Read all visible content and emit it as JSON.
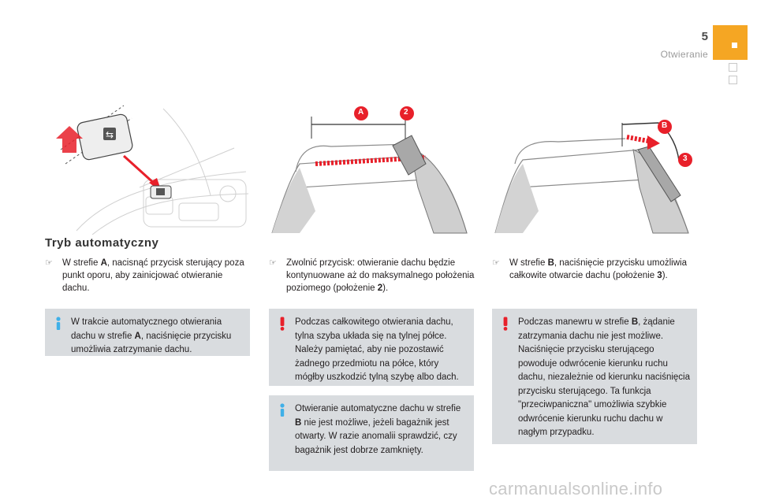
{
  "header": {
    "page_number": "5",
    "section": "Otwieranie"
  },
  "heading": "Tryb automatyczny",
  "figures": {
    "middle": {
      "labels": [
        "A",
        "2"
      ]
    },
    "right": {
      "labels": [
        "B",
        "3"
      ]
    }
  },
  "columns": [
    {
      "bullet": {
        "pre": "W strefie ",
        "bold": "A",
        "post": ", nacisnąć przycisk sterujący poza punkt oporu, aby zainicjować otwieranie dachu."
      },
      "notes": [
        {
          "icon": "info-icon",
          "pre": "W trakcie automatycznego otwierania dachu w strefie ",
          "bold": "A",
          "post": ", naciśnięcie przycisku umożliwia zatrzymanie dachu."
        }
      ]
    },
    {
      "bullet": {
        "pre": "Zwolnić przycisk: otwieranie dachu będzie kontynuowane aż do maksymalnego położenia poziomego (położenie ",
        "bold": "2",
        "post": ")."
      },
      "notes": [
        {
          "icon": "warning-icon",
          "pre": "Podczas całkowitego otwierania dachu, tylna szyba układa się na tylnej półce. Należy pamiętać, aby nie pozostawić żadnego przedmiotu na półce, który mógłby uszkodzić tylną szybę albo dach.",
          "bold": "",
          "post": ""
        },
        {
          "icon": "info-icon",
          "pre": "Otwieranie automatyczne dachu w strefie ",
          "bold": "B",
          "post": " nie jest możliwe, jeżeli bagażnik jest otwarty. W razie anomalii sprawdzić, czy bagażnik jest dobrze zamknięty."
        }
      ]
    },
    {
      "bullet": {
        "pre": "W strefie ",
        "bold": "B",
        "post": ", naciśnięcie przycisku umożliwia całkowite otwarcie dachu (położenie ",
        "bold2": "3",
        "post2": ")."
      },
      "notes": [
        {
          "icon": "warning-icon",
          "pre": "Podczas manewru w strefie ",
          "bold": "B",
          "post": ", żądanie zatrzymania dachu nie jest możliwe. Naciśnięcie przycisku sterującego powoduje odwrócenie kierunku ruchu dachu, niezależnie od kierunku naciśnięcia przycisku sterującego. Ta funkcja \"przeciwpaniczna\" umożliwia szybkie odwrócenie kierunku ruchu dachu w nagłym przypadku."
        }
      ]
    }
  ],
  "watermark": "carmanualsonline.info",
  "colors": {
    "accent": "#f5a623",
    "note_bg": "#d9dcdf",
    "arrow_red": "#e8202a",
    "info_blue": "#3fb0e8"
  }
}
